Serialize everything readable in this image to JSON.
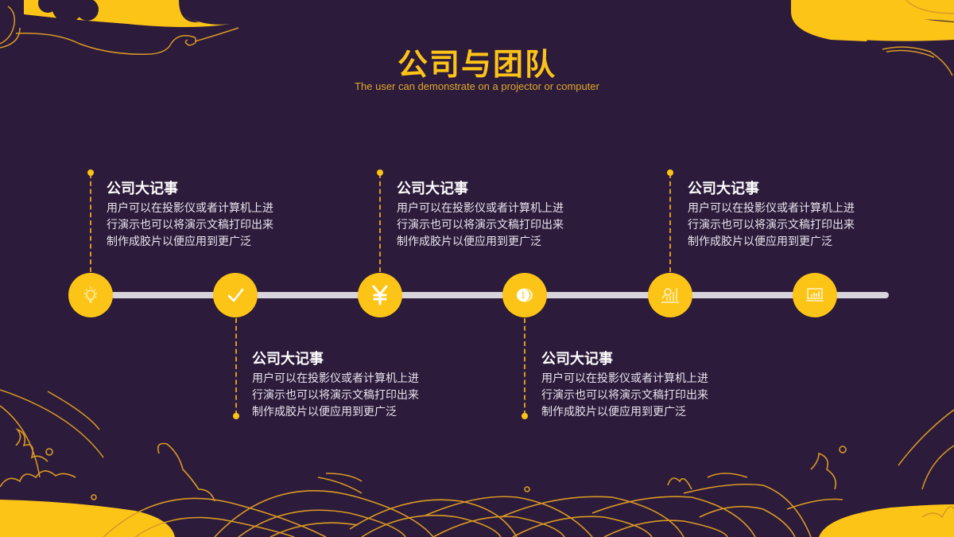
{
  "slide": {
    "title": "公司与团队",
    "subtitle": "The user can demonstrate on a projector or computer",
    "colors": {
      "background": "#2d1b3b",
      "accent": "#fdc418",
      "line": "#d99a23",
      "track": "#d8d4dc",
      "text": "#ffffff"
    }
  },
  "timeline": {
    "nodes": [
      {
        "icon": "lightbulb-icon"
      },
      {
        "icon": "checkmark-icon",
        "glyph": "✓"
      },
      {
        "icon": "yen-icon",
        "glyph": "¥"
      },
      {
        "icon": "coins-icon",
        "glyph": "1"
      },
      {
        "icon": "chart-search-icon"
      },
      {
        "icon": "laptop-chart-icon"
      }
    ],
    "events": [
      {
        "title": "公司大记事",
        "lines": [
          "用户可以在投影仪或者计算机上进",
          "行演示也可以将演示文稿打印出来",
          "制作成胶片以便应用到更广泛"
        ]
      },
      {
        "title": "公司大记事",
        "lines": [
          "用户可以在投影仪或者计算机上进",
          "行演示也可以将演示文稿打印出来",
          "制作成胶片以便应用到更广泛"
        ]
      },
      {
        "title": "公司大记事",
        "lines": [
          "用户可以在投影仪或者计算机上进",
          "行演示也可以将演示文稿打印出来",
          "制作成胶片以便应用到更广泛"
        ]
      },
      {
        "title": "公司大记事",
        "lines": [
          "用户可以在投影仪或者计算机上进",
          "行演示也可以将演示文稿打印出来",
          "制作成胶片以便应用到更广泛"
        ]
      },
      {
        "title": "公司大记事",
        "lines": [
          "用户可以在投影仪或者计算机上进",
          "行演示也可以将演示文稿打印出来",
          "制作成胶片以便应用到更广泛"
        ]
      }
    ]
  }
}
